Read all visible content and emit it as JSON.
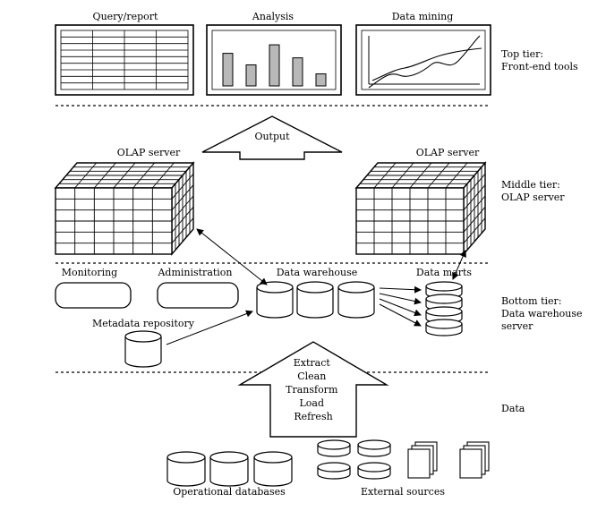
{
  "tiers": {
    "top": [
      "Top tier:",
      "Front-end tools"
    ],
    "middle": [
      "Middle tier:",
      "OLAP server"
    ],
    "bottom": [
      "Bottom tier:",
      "Data warehouse",
      "server"
    ],
    "data": [
      "Data"
    ]
  },
  "front_end": {
    "query_report": "Query/report",
    "analysis": "Analysis",
    "data_mining": "Data mining"
  },
  "analysis_bars": [
    0.65,
    0.42,
    0.82,
    0.56,
    0.24
  ],
  "output_label": "Output",
  "olap_left": "OLAP server",
  "olap_right": "OLAP server",
  "monitoring": "Monitoring",
  "administration": "Administration",
  "metadata_repository": "Metadata repository",
  "data_warehouse": "Data warehouse",
  "data_marts": "Data marts",
  "etl_steps": [
    "Extract",
    "Clean",
    "Transform",
    "Load",
    "Refresh"
  ],
  "operational_databases": "Operational databases",
  "external_sources": "External sources"
}
